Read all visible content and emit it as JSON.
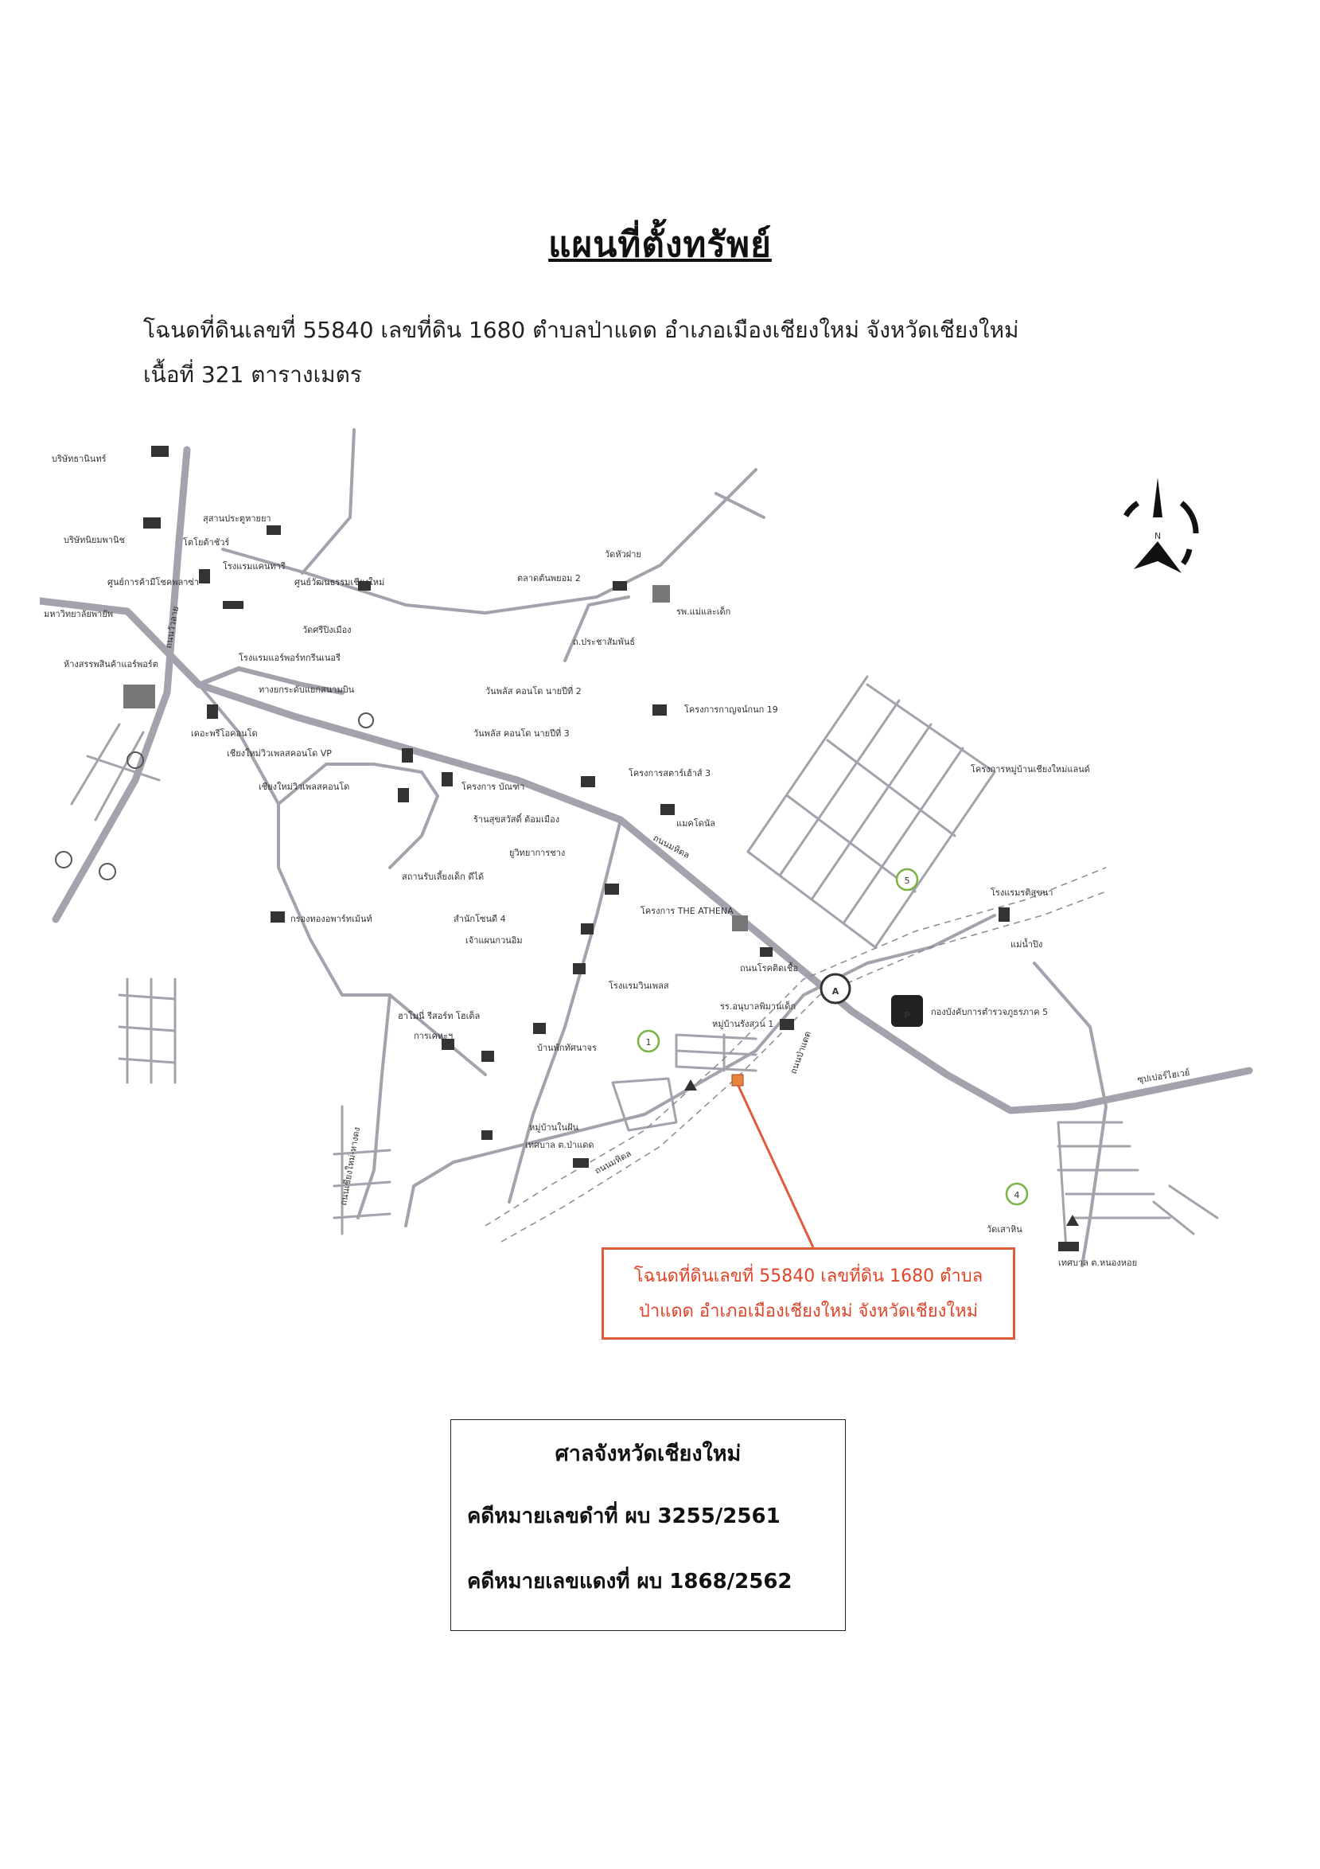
{
  "title": "แผนที่ตั้งทรัพย์",
  "description": {
    "line1": "โฉนดที่ดินเลขที่ 55840 เลขที่ดิน 1680 ตำบลป่าแดด อำเภอเมืองเชียงใหม่ จังหวัดเชียงใหม่",
    "line2": "เนื้อที่ 321 ตารางเมตร"
  },
  "map": {
    "compass_letter": "N",
    "route_markers": [
      "5",
      "1",
      "4"
    ],
    "highway_marker": "A",
    "parking_marker": "P",
    "labels": {
      "l1": "บริษัทธานินทร์",
      "l2": "บริษัทนิยมพานิช",
      "l3": "สุสานประตูหายยา",
      "l4": "โตโยต้าชัวร์",
      "l5": "ศูนย์การค้ามีโชคพลาซ่า",
      "l6": "มหาวิทยาลัยพายัพ",
      "l7": "ห้างสรรพสินค้าแอร์พอร์ต",
      "l8": "โรงแรมแคนทารี",
      "l9": "ศูนย์วัฒนธรรมเชียงใหม่",
      "l10": "วัดศรีปิงเมือง",
      "l11": "โรงแรมแอร์พอร์ทกรีนเนอรี",
      "l12": "ทางยกระดับแยกสนามบิน",
      "l13": "เดอะพรีโอคอนโด",
      "l14": "เชียงใหม่วิวเพลสคอนโด VP",
      "l15": "เชียงใหม่วิวเพลสคอนโด",
      "l16": "ตลาดต้นพยอม 2",
      "l17": "วัดหัวฝาย",
      "l18": "รพ.แม่และเด็ก",
      "l19": "ถ.ประชาสัมพันธ์",
      "l20": "วันพลัส คอนโด นายปีที่ 2",
      "l21": "วันพลัส คอนโด นายปีที่ 3",
      "l22": "โครงการกาญจน์กนก 19",
      "l23": "โครงการ บัณฑา",
      "l24": "ร้านสุขสวัสดิ์ ต้อมเมือง",
      "l25": "โครงการสตาร์เฮ้าส์ 3",
      "l26": "แมคโดนัล",
      "l27": "โครงการหมู่บ้านเชียงใหม่แลนด์",
      "l28": "ยูวิทยาการชาง",
      "l29": "สถานรับเลี้ยงเด็ก ดีได้",
      "l30": "โครงการ THE ATHENA",
      "l31": "สำนักโซนดี 4",
      "l32": "เจ้าแผนกวนอิม",
      "l33": "กรองทองอพาร์ทเม้นท์",
      "l34": "โรงแรมวินเพลส",
      "l35": "ถนนโรคติดเชื้อ",
      "l36": "โรงแรมรติสุขนา",
      "l37": "แม่น้ำปิง",
      "l38": "รร.อนุบาลพิมานเด็ก",
      "l39": "หมู่บ้านรังสาน 1",
      "l40": "กองบังคับการตำรวจภูธรภาค 5",
      "l41": "ฮาโมนี่ รีสอร์ท โฮเต็ล",
      "l42": "การเคหะฯ",
      "l43": "บ้านพักทัศนาจร",
      "l44": "หมู่บ้านในฝัน",
      "l45": "เทศบาล ต.ป่าแดด",
      "l46": "ถนนมหิดล",
      "l47": "ถนนป่าแดด",
      "l48": "ถนนเชียงใหม่-หางดง",
      "l49": "วัดเสาหิน",
      "l50": "เทศบาล ต.หนองหอย",
      "l51": "ถนนวัวลาย",
      "l52": "ถนนมหิดล",
      "l53": "ซุปเปอร์ไฮเวย์"
    }
  },
  "callout": {
    "line1": "โฉนดที่ดินเลขที่ 55840 เลขที่ดิน 1680 ตำบล",
    "line2": "ป่าแดด อำเภอเมืองเชียงใหม่ จังหวัดเชียงใหม่"
  },
  "court": {
    "name": "ศาลจังหวัดเชียงใหม่",
    "case_black": "คดีหมายเลขดำที่ ผบ 3255/2561",
    "case_red": "คดีหมายเลขแดงที่ ผบ 1868/2562"
  },
  "colors": {
    "road": "#9a9aa6",
    "callout": "#e05a3c",
    "route_marker": "#7cb342",
    "parking": "#222222"
  }
}
